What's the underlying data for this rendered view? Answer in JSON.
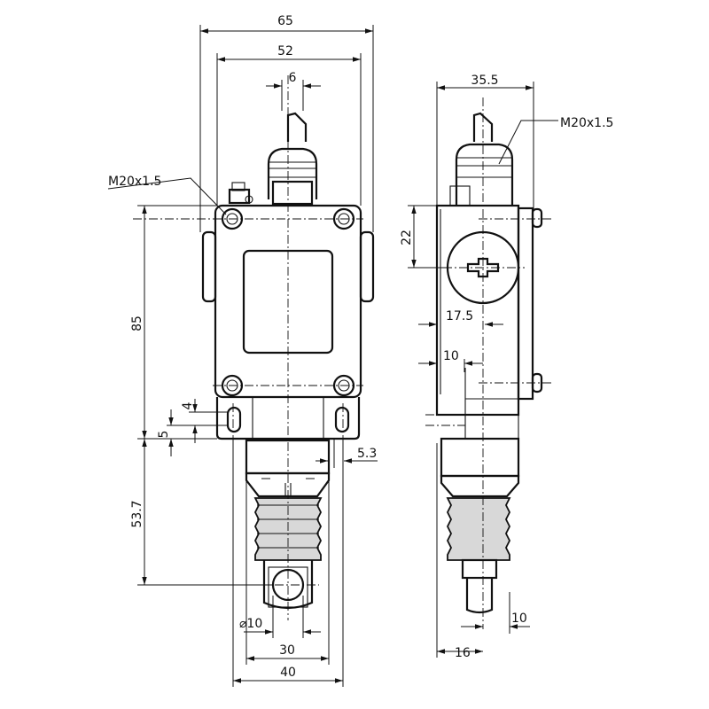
{
  "title": "Limit switch dimension drawing",
  "front_view": {
    "dim_overall_width": "65",
    "dim_mount_width": "52",
    "dim_lever_width": "6",
    "thread_label": "M20x1.5",
    "dim_height": "85",
    "dim_slot_4": "4",
    "dim_slot_5": "5",
    "dim_offset": "5.3",
    "dim_actuator_length": "53.7",
    "dim_roller_diameter": "⌀10",
    "dim_block_30": "30",
    "dim_block_40": "40"
  },
  "side_view": {
    "dim_depth": "35.5",
    "thread_label": "M20x1.5",
    "dim_22": "22",
    "dim_17_5": "17.5",
    "dim_10_top": "10",
    "dim_10_bottom": "10",
    "dim_16": "16"
  }
}
